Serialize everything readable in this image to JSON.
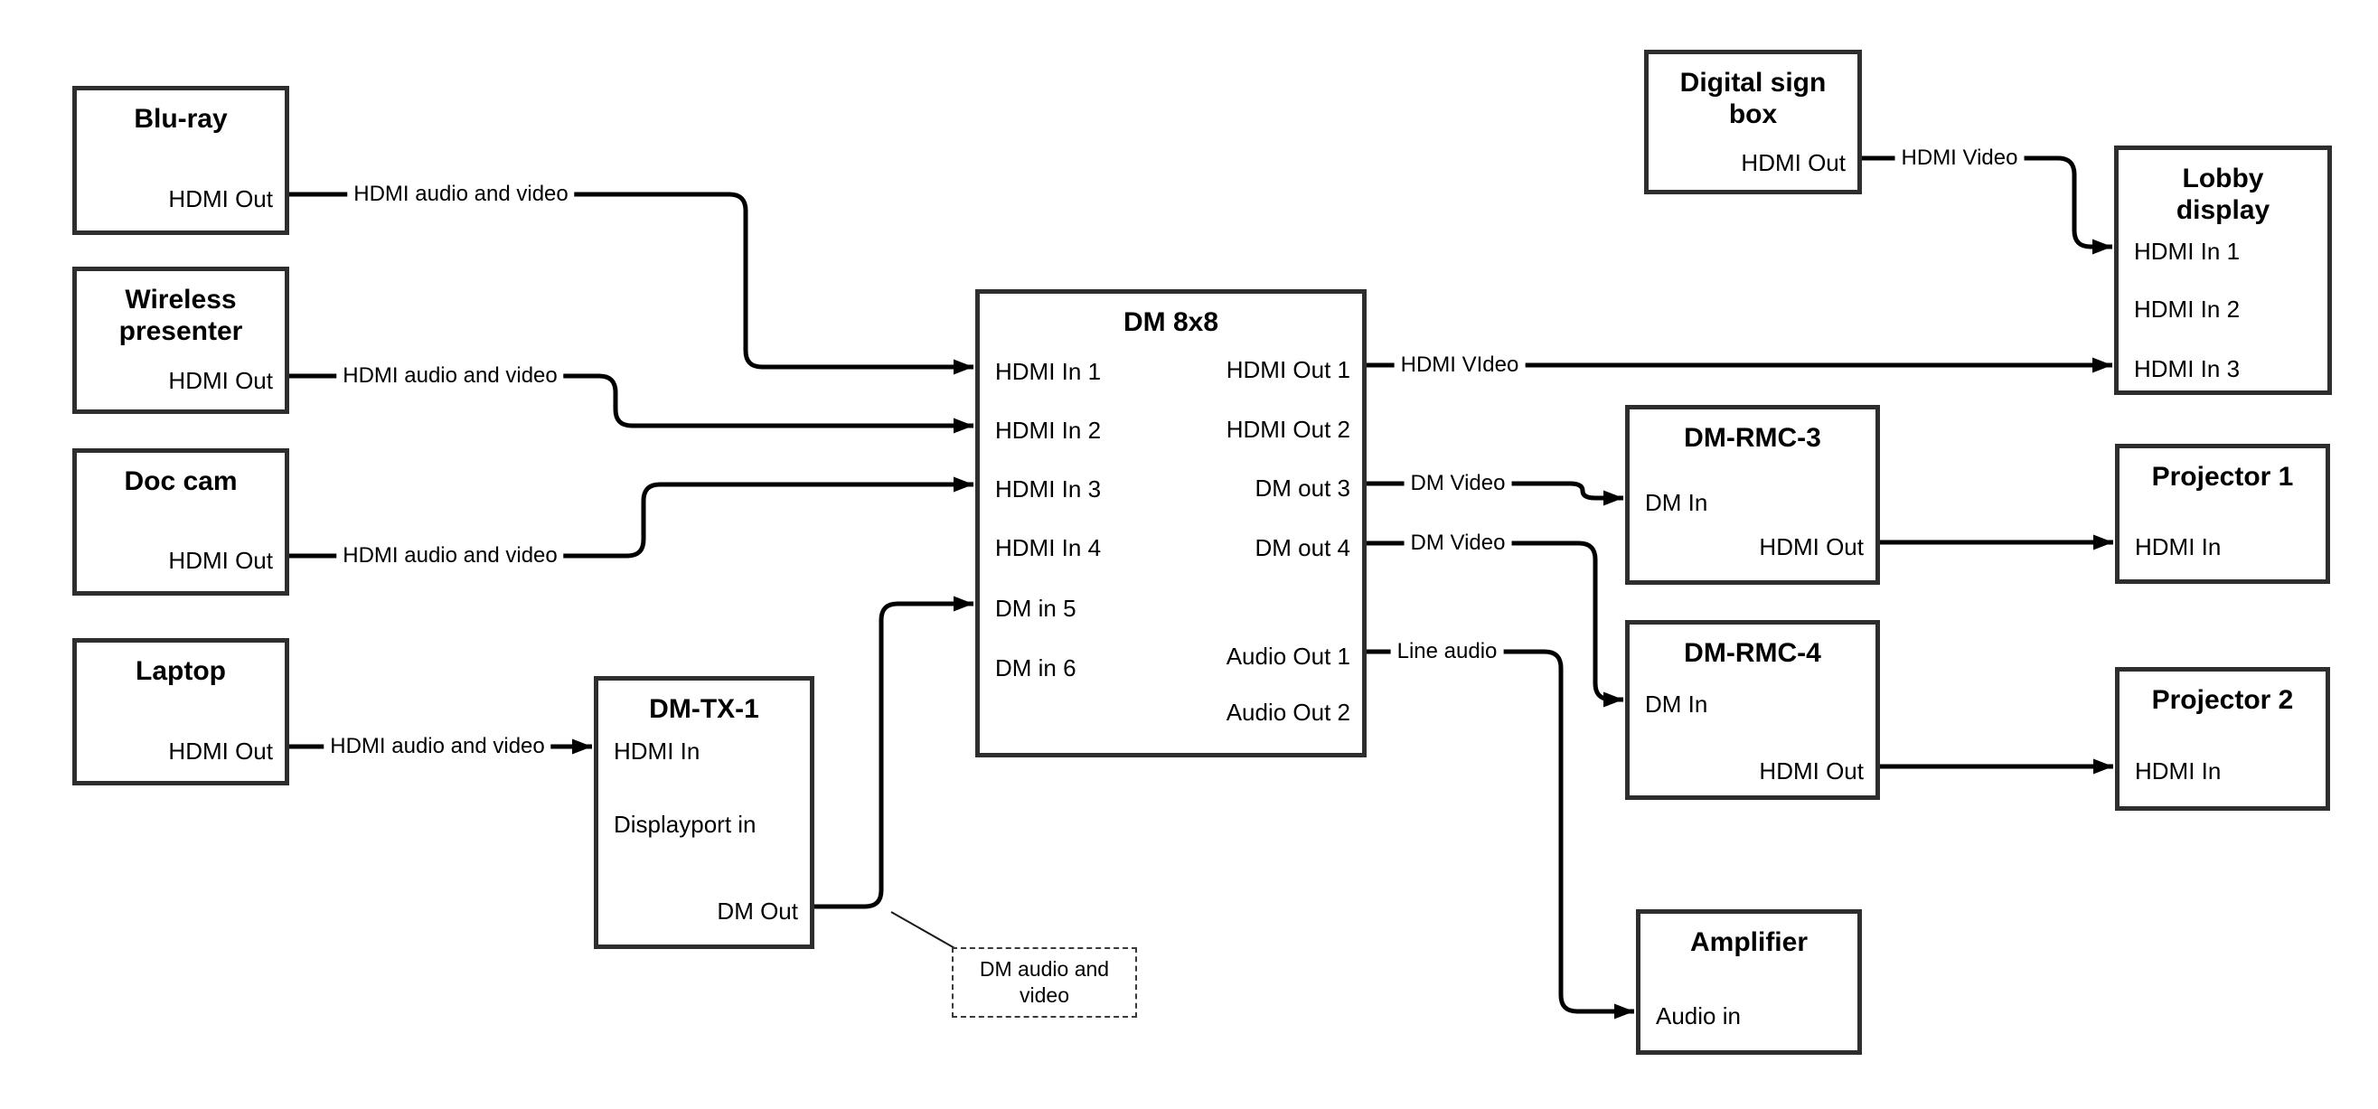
{
  "nodes": {
    "bluray": {
      "title": "Blu-ray",
      "ports": {
        "hdmi_out": "HDMI Out"
      }
    },
    "wireless": {
      "title": "Wireless presenter",
      "ports": {
        "hdmi_out": "HDMI Out"
      }
    },
    "doc_cam": {
      "title": "Doc cam",
      "ports": {
        "hdmi_out": "HDMI Out"
      }
    },
    "laptop": {
      "title": "Laptop",
      "ports": {
        "hdmi_out": "HDMI Out"
      }
    },
    "dm_tx_1": {
      "title": "DM-TX-1",
      "ports": {
        "hdmi_in": "HDMI In",
        "displayport_in": "Displayport in",
        "dm_out": "DM Out"
      }
    },
    "dm_8x8": {
      "title": "DM 8x8",
      "ports": {
        "hdmi_in_1": "HDMI In 1",
        "hdmi_in_2": "HDMI In 2",
        "hdmi_in_3": "HDMI In 3",
        "hdmi_in_4": "HDMI In 4",
        "dm_in_5": "DM in 5",
        "dm_in_6": "DM in 6",
        "hdmi_out_1": "HDMI Out 1",
        "hdmi_out_2": "HDMI Out 2",
        "dm_out_3": "DM out 3",
        "dm_out_4": "DM out 4",
        "audio_out_1": "Audio Out 1",
        "audio_out_2": "Audio Out 2"
      }
    },
    "digital_sign": {
      "title": "Digital sign box",
      "ports": {
        "hdmi_out": "HDMI Out"
      }
    },
    "lobby_display": {
      "title": "Lobby display",
      "ports": {
        "hdmi_in_1": "HDMI In 1",
        "hdmi_in_2": "HDMI In 2",
        "hdmi_in_3": "HDMI In 3"
      }
    },
    "dm_rmc_3": {
      "title": "DM-RMC-3",
      "ports": {
        "dm_in": "DM In",
        "hdmi_out": "HDMI Out"
      }
    },
    "projector_1": {
      "title": "Projector 1",
      "ports": {
        "hdmi_in": "HDMI In"
      }
    },
    "dm_rmc_4": {
      "title": "DM-RMC-4",
      "ports": {
        "dm_in": "DM In",
        "hdmi_out": "HDMI Out"
      }
    },
    "projector_2": {
      "title": "Projector 2",
      "ports": {
        "hdmi_in": "HDMI In"
      }
    },
    "amplifier": {
      "title": "Amplifier",
      "ports": {
        "audio_in": "Audio in"
      }
    }
  },
  "links": {
    "bluray_dm8x8": "HDMI audio and video",
    "wireless_dm8x8": "HDMI audio and video",
    "doccam_dm8x8": "HDMI audio and video",
    "laptop_dmtx1": "HDMI audio and video",
    "sign_lobby": "HDMI Video",
    "dm8x8_lobby": "HDMI VIdeo",
    "dm8x8_rmc3": "DM Video",
    "dm8x8_rmc4": "DM Video",
    "dm8x8_amp": "Line audio",
    "annotation": "DM audio and video"
  },
  "colors": {
    "wire": "#000000",
    "box_border": "#2e2e2e",
    "background": "#ffffff",
    "text": "#000000"
  }
}
